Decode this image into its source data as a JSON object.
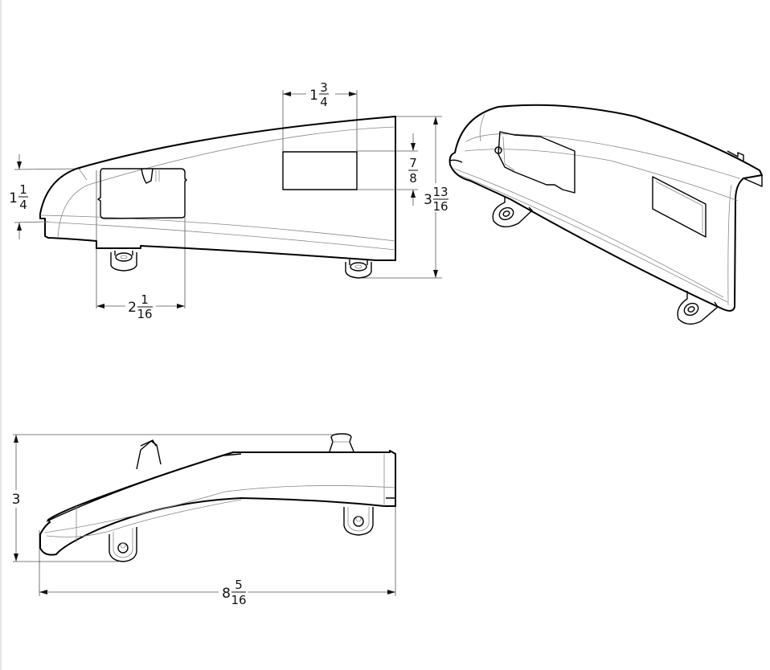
{
  "drawing": {
    "type": "technical dimension drawing",
    "units": "inches",
    "views": [
      {
        "name": "side-view",
        "description": "Elevation view of curved cover part with rectangular window, connector cutout, and two mounting tabs"
      },
      {
        "name": "isometric-view",
        "description": "3D isometric view of the part"
      },
      {
        "name": "top-view",
        "description": "Plan view showing curved profile with two mounting eyelets and two top stubs"
      }
    ]
  },
  "dimensions": {
    "window_width": {
      "whole": "1",
      "num": "3",
      "den": "4"
    },
    "nose_height": {
      "whole": "1",
      "num": "1",
      "den": "4"
    },
    "window_height": {
      "whole": "",
      "num": "7",
      "den": "8"
    },
    "overall_height": {
      "whole": "3",
      "num": "13",
      "den": "16"
    },
    "cutout_width": {
      "whole": "2",
      "num": "1",
      "den": "16"
    },
    "top_view_height": {
      "whole": "3",
      "num": "",
      "den": ""
    },
    "overall_length": {
      "whole": "8",
      "num": "5",
      "den": "16"
    }
  },
  "colors": {
    "line": "#000000",
    "fine_line": "#888888",
    "dimension_line": "#555555",
    "background": "#ffffff"
  }
}
